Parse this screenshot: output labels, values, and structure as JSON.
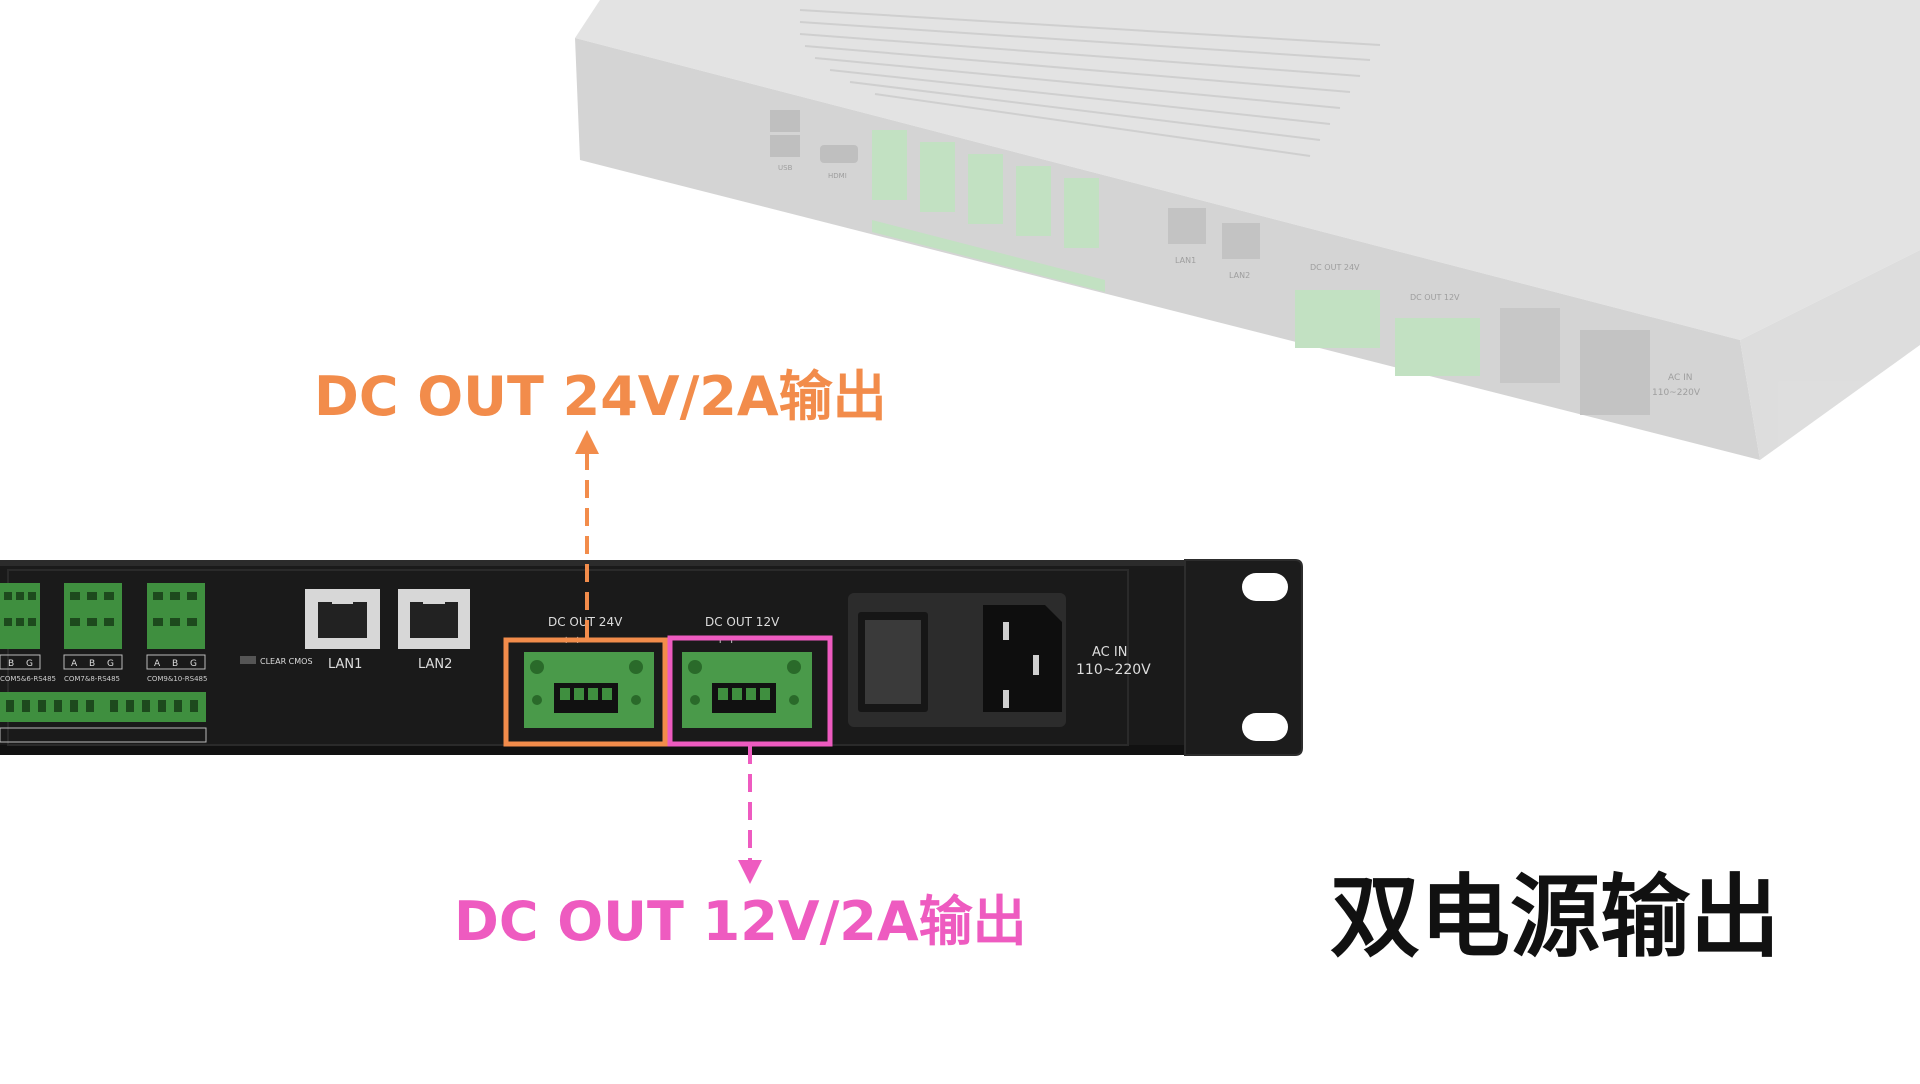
{
  "callouts": {
    "dc24": {
      "label": "DC OUT 24V/2A输出",
      "color": "#F28C4B"
    },
    "dc12": {
      "label": "DC OUT 12V/2A输出",
      "color": "#EE5BC0"
    }
  },
  "title": "双电源输出",
  "panel": {
    "dc_out_24v_label": "DC OUT 24V",
    "dc_out_12v_label": "DC OUT 12V",
    "lan1_label": "LAN1",
    "lan2_label": "LAN2",
    "clear_cmos_label": "CLEAR CMOS",
    "ac_in_label": "AC IN",
    "ac_voltage_label": "110~220V",
    "com_labels": [
      "COM5&6-RS485",
      "COM7&8-RS485",
      "COM9&10-RS485"
    ],
    "abg_letters": [
      "A",
      "B",
      "G"
    ],
    "terminal_polarity": "+ + - -"
  },
  "device_top": {
    "lan1_label": "LAN1",
    "lan2_label": "LAN2",
    "dc_out_24v_label": "DC OUT 24V",
    "dc_out_12v_label": "DC OUT 12V",
    "ac_in_label": "AC IN",
    "ac_voltage_label": "110~220V",
    "usb_label": "USB",
    "hdmi_label": "HDMI"
  },
  "colors": {
    "panel": "#1d1d1d",
    "terminal_green": "#4a9a4a",
    "faded_device": "#d3d3d3"
  }
}
